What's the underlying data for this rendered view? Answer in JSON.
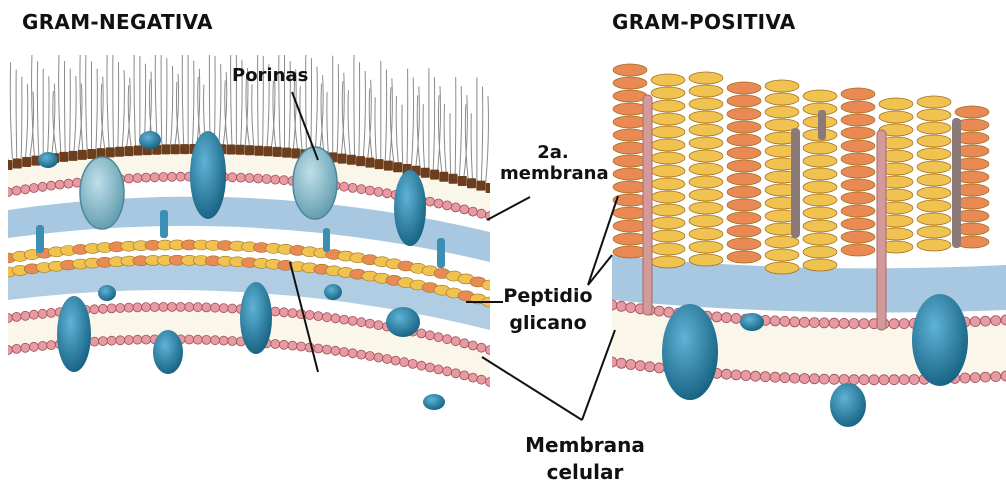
{
  "titles": {
    "left": "GRAM-NEGATIVA",
    "right": "GRAM-POSITIVA"
  },
  "labels": {
    "porins": "Porinas",
    "outer_membrane_line1": "2a.",
    "outer_membrane_line2": "membrana",
    "peptidoglycan_line1": "Peptidio",
    "peptidoglycan_line2": "glicano",
    "cell_membrane_line1": "Membrana",
    "cell_membrane_line2": "celular"
  },
  "colors": {
    "lipid_head": "#e79aa0",
    "lipid_head_dark": "#9c4f5c",
    "lps_brown": "#6b3e1e",
    "periplasm": "#a7c8e0",
    "peptidoglycan_yellow": "#f0c350",
    "peptidoglycan_orange": "#e98a55",
    "protein_blue": "#1f7fa6",
    "porin_teal": "#7fb8c8",
    "teichoic_pink": "#d49a9a",
    "leader_line": "#111111"
  }
}
